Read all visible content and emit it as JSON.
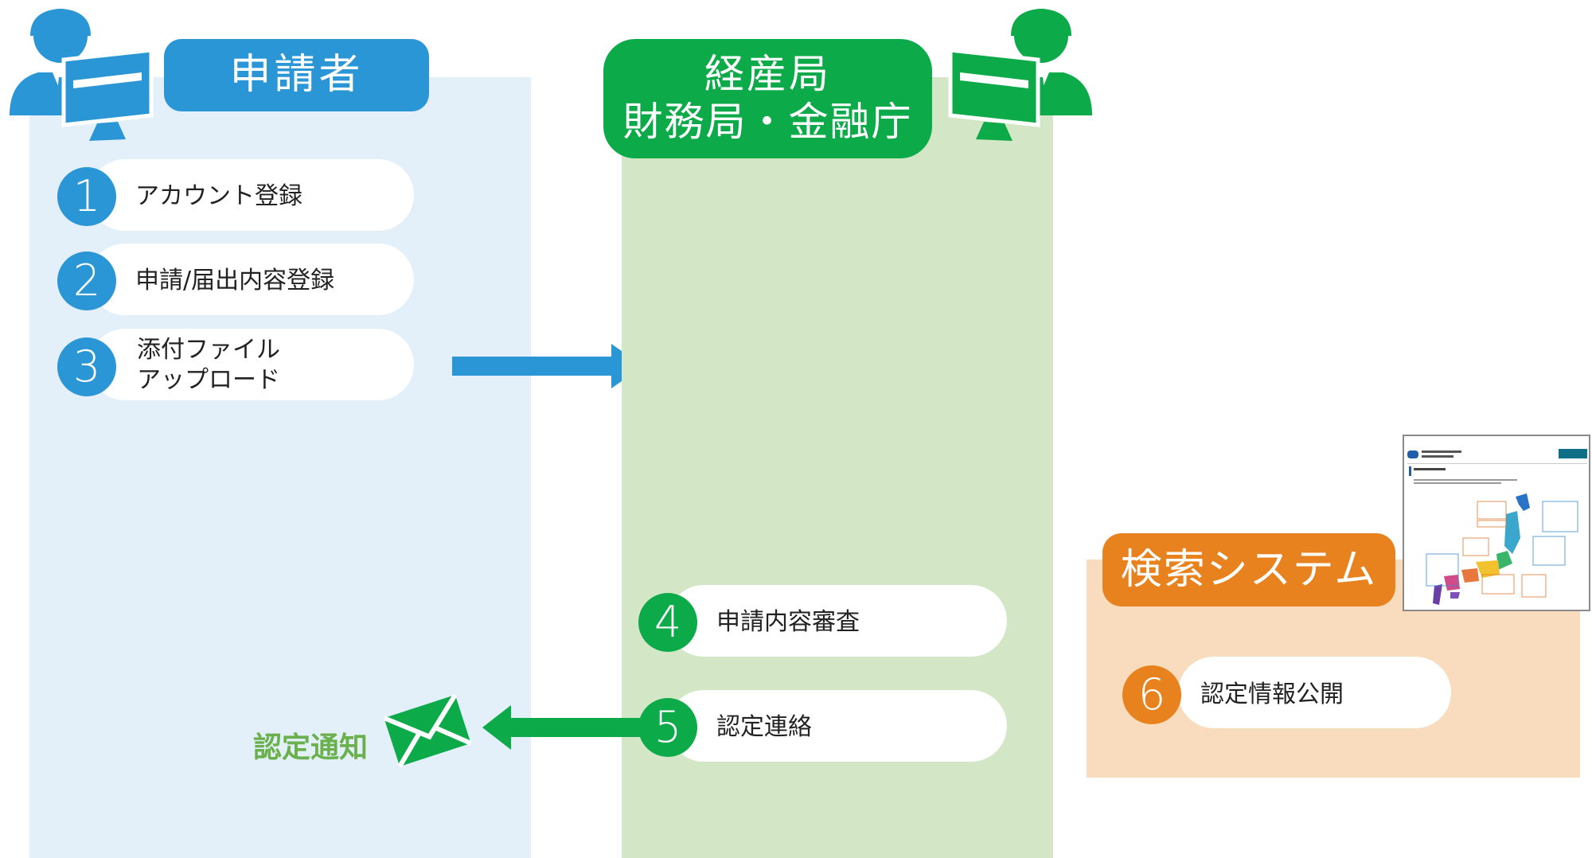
{
  "colors": {
    "applicant_blue": "#2a96d6",
    "ministry_green": "#0daa4a",
    "search_orange": "#e8821e",
    "applicant_bg": "#e3f0f9",
    "ministry_bg": "#d3e7c6",
    "search_bg": "#f9dcbd",
    "notice_text": "#6ab04c"
  },
  "applicant": {
    "title": "申請者",
    "icon": "person-computer-icon",
    "steps": [
      {
        "number": "1",
        "label": "アカウント登録"
      },
      {
        "number": "2",
        "label": "申請/届出内容登録"
      },
      {
        "number": "3",
        "label_line1": "添付ファイル",
        "label_line2": "アップロード"
      }
    ]
  },
  "ministry": {
    "title_line1": "経産局",
    "title_line2": "財務局・金融庁",
    "icon": "person-computer-icon",
    "steps": [
      {
        "number": "4",
        "label": "申請内容審査"
      },
      {
        "number": "5",
        "label": "認定連絡"
      }
    ]
  },
  "notification": {
    "label": "認定通知",
    "icon": "envelope-icon"
  },
  "search_system": {
    "title": "検索システム",
    "steps": [
      {
        "number": "6",
        "label": "認定情報公開"
      }
    ],
    "screenshot_icon": "search-system-screenshot-thumbnail"
  }
}
